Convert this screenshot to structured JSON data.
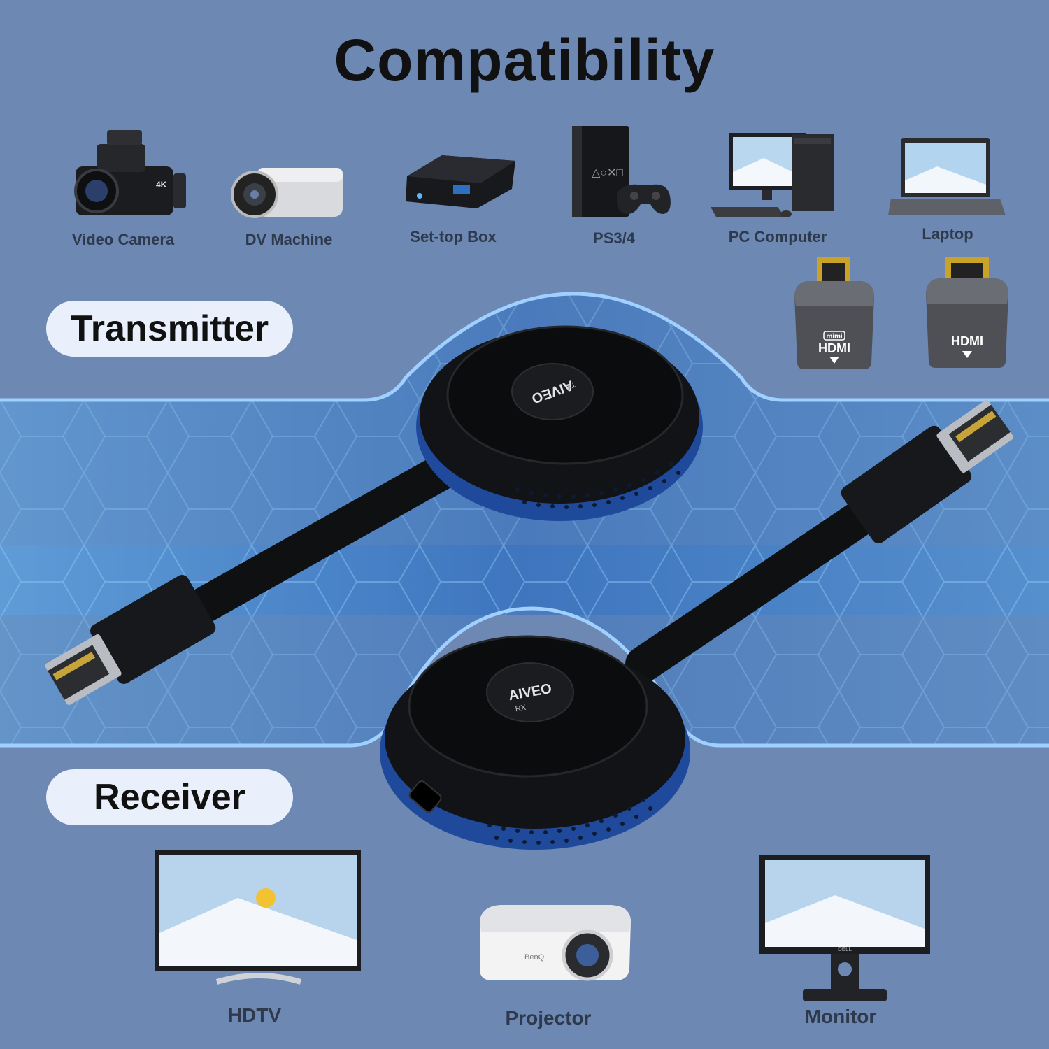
{
  "title": "Compatibility",
  "sources": [
    {
      "label": "Video Camera",
      "icon": "video-camera-icon"
    },
    {
      "label": "DV Machine",
      "icon": "dv-machine-icon"
    },
    {
      "label": "Set-top Box",
      "icon": "set-top-box-icon"
    },
    {
      "label": "PS3/4",
      "icon": "playstation-console-icon"
    },
    {
      "label": "PC Computer",
      "icon": "pc-computer-icon"
    },
    {
      "label": "Laptop",
      "icon": "laptop-icon"
    }
  ],
  "adapters": [
    {
      "brand": "mimi",
      "text": "HDMI",
      "icon": "micro-hdmi-adapter-icon"
    },
    {
      "text": "HDMI",
      "icon": "mini-hdmi-adapter-icon"
    }
  ],
  "transmitter": {
    "label": "Transmitter",
    "logo": "AIVEO",
    "code": "TX"
  },
  "receiver": {
    "label": "Receiver",
    "logo": "AIVEO",
    "code": "RX"
  },
  "displays": [
    {
      "label": "HDTV",
      "icon": "hdtv-icon"
    },
    {
      "label": "Projector",
      "icon": "projector-icon",
      "brand": "BenQ"
    },
    {
      "label": "Monitor",
      "icon": "monitor-icon",
      "brand": "DELL"
    }
  ],
  "colors": {
    "background": "#6c88b3",
    "band": "#4d8fd4",
    "device_blue": "#1f4a9c",
    "device_black": "#121316",
    "pill": "#e9f0fb"
  }
}
